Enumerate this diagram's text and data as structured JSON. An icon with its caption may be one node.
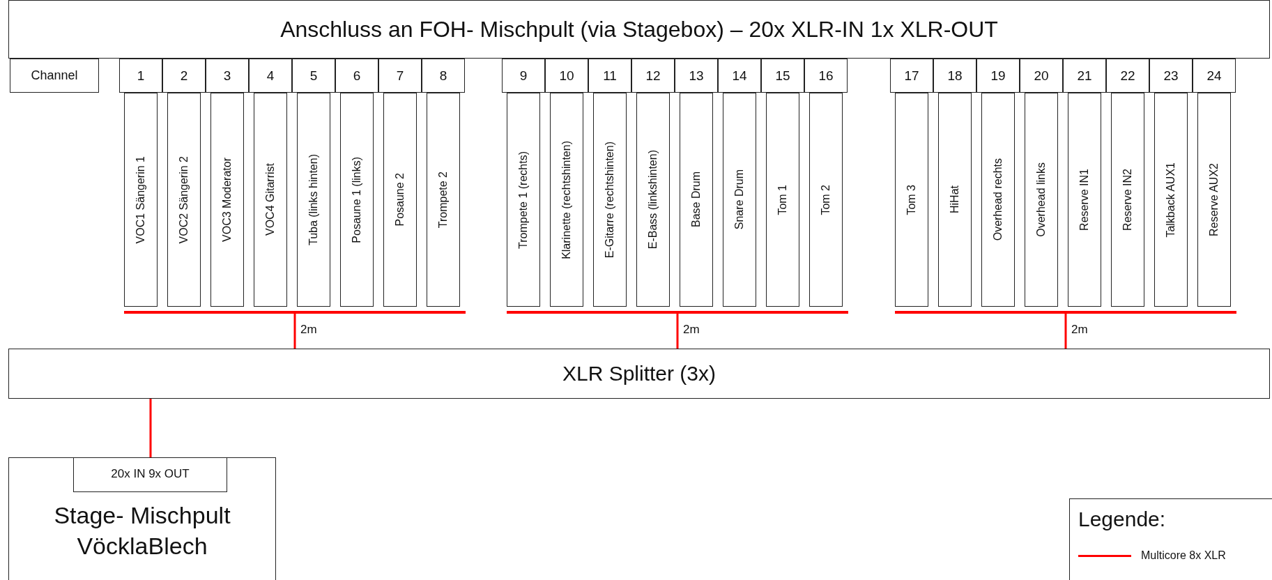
{
  "diagram": {
    "nodes": [
      {
        "text": [
          "Anschluss an FOH- Mischpult (via Stagebox) – 20x XLR-IN 1x XLR-OUT"
        ]
      },
      {
        "text": [
          "Channel"
        ]
      },
      {
        "text": [
          "1"
        ]
      },
      {
        "text": [
          "2"
        ]
      },
      {
        "text": [
          "3"
        ]
      },
      {
        "text": [
          "4"
        ]
      },
      {
        "text": [
          "5"
        ]
      },
      {
        "text": [
          "6"
        ]
      },
      {
        "text": [
          "7"
        ]
      },
      {
        "text": [
          "8"
        ]
      },
      {
        "text": [
          "9"
        ]
      },
      {
        "text": [
          "10"
        ]
      },
      {
        "text": [
          "11"
        ]
      },
      {
        "text": [
          "12"
        ]
      },
      {
        "text": [
          "13"
        ]
      },
      {
        "text": [
          "14"
        ]
      },
      {
        "text": [
          "15"
        ]
      },
      {
        "text": [
          "16"
        ]
      },
      {
        "text": [
          "17"
        ]
      },
      {
        "text": [
          "18"
        ]
      },
      {
        "text": [
          "19"
        ]
      },
      {
        "text": [
          "20"
        ]
      },
      {
        "text": [
          "21"
        ]
      },
      {
        "text": [
          "22"
        ]
      },
      {
        "text": [
          "23"
        ]
      },
      {
        "text": [
          "24"
        ]
      },
      {
        "text": [
          "VOC1 Sängerin 1"
        ]
      },
      {
        "text": [
          "VOC2 Sängerin 2"
        ]
      },
      {
        "text": [
          "VOC3 Moderator"
        ]
      },
      {
        "text": [
          "VOC4 Gitarrist"
        ]
      },
      {
        "text": [
          "Tuba (links hinten)"
        ]
      },
      {
        "text": [
          "Posaune 1 (links)"
        ]
      },
      {
        "text": [
          "Posaune 2"
        ]
      },
      {
        "text": [
          "Trompete 2"
        ]
      },
      {
        "text": [
          "Trompete 1 (rechts)"
        ]
      },
      {
        "text": [
          "Klarinette (rechtshinten)"
        ]
      },
      {
        "text": [
          "E-Gitarre (rechtshinten)"
        ]
      },
      {
        "text": [
          "E-Bass (linkshinten)"
        ]
      },
      {
        "text": [
          "Base Drum"
        ]
      },
      {
        "text": [
          "Snare Drum"
        ]
      },
      {
        "text": [
          "Tom 1"
        ]
      },
      {
        "text": [
          "Tom 2"
        ]
      },
      {
        "text": [
          "Tom 3"
        ]
      },
      {
        "text": [
          "HiHat"
        ]
      },
      {
        "text": [
          "Overhead rechts"
        ]
      },
      {
        "text": [
          "Overhead links"
        ]
      },
      {
        "text": [
          "Reserve IN1"
        ]
      },
      {
        "text": [
          "Reserve IN2"
        ]
      },
      {
        "text": [
          "Talkback AUX1"
        ]
      },
      {
        "text": [
          "Reserve AUX2"
        ]
      },
      {
        "text": [],
        "shape": "bar"
      },
      {
        "text": [],
        "shape": "bar"
      },
      {
        "text": [],
        "shape": "bar"
      },
      {
        "text": [
          "XLR Splitter (3x)"
        ]
      },
      {
        "text": [
          "Stage- Mischpult VöcklaBlech"
        ]
      },
      {
        "text": [
          "20x IN 9x OUT"
        ],
        "in": 54
      }
    ],
    "edges": [
      {
        "from": 50,
        "to": 53,
        "arrow": "none",
        "label": "2m",
        "color": "#ff0000"
      },
      {
        "from": 51,
        "to": 53,
        "arrow": "none",
        "label": "2m",
        "color": "#ff0000"
      },
      {
        "from": 52,
        "to": 53,
        "arrow": "none",
        "label": "2m",
        "color": "#ff0000"
      },
      {
        "from": 53,
        "to": 55,
        "arrow": "none",
        "color": "#ff0000"
      }
    ],
    "labels": [
      "Legende:"
    ],
    "legend": [
      {
        "text": "Multicore 8x XLR"
      }
    ]
  }
}
